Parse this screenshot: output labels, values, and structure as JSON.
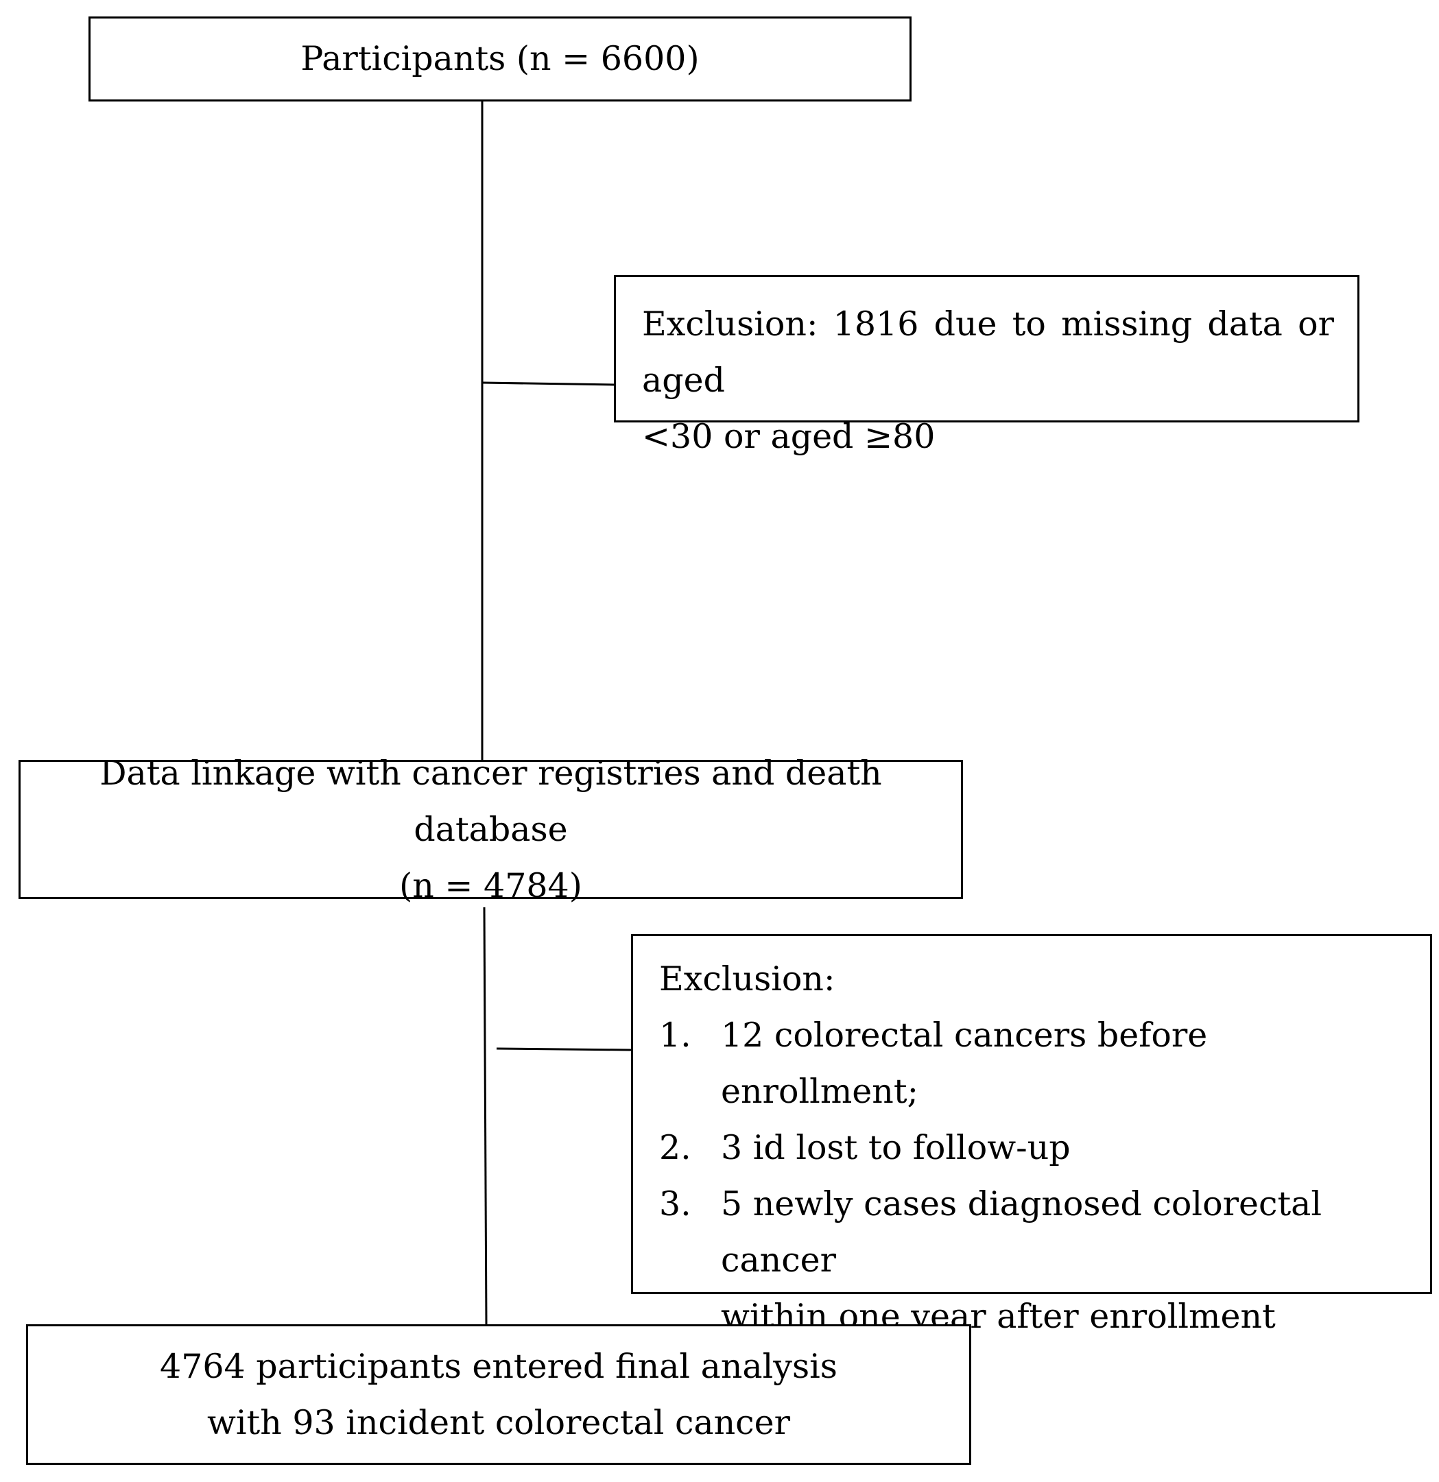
{
  "boxes": {
    "participants": {
      "line1": "Participants (n = 6600)"
    },
    "exclusion_1": {
      "line1": "Exclusion: 1816 due to missing data or aged",
      "line2": "<30 or aged ≥80"
    },
    "linkage": {
      "line1": "Data linkage with cancer registries and death database",
      "line2": "(n = 4784)"
    },
    "exclusion_2": {
      "heading": "Exclusion:",
      "items": [
        {
          "number": "1.",
          "text": "12 colorectal cancers before enrollment;"
        },
        {
          "number": "2.",
          "text": "3 id lost to follow-up"
        },
        {
          "number": "3.",
          "text": "5 newly cases diagnosed colorectal cancer",
          "text_continued": "within one year after enrollment"
        }
      ]
    },
    "final": {
      "line1": "4764 participants entered final analysis",
      "line2": "with 93 incident colorectal cancer"
    }
  },
  "colors": {
    "line": "#000000",
    "background": "#ffffff",
    "text": "#000000"
  }
}
